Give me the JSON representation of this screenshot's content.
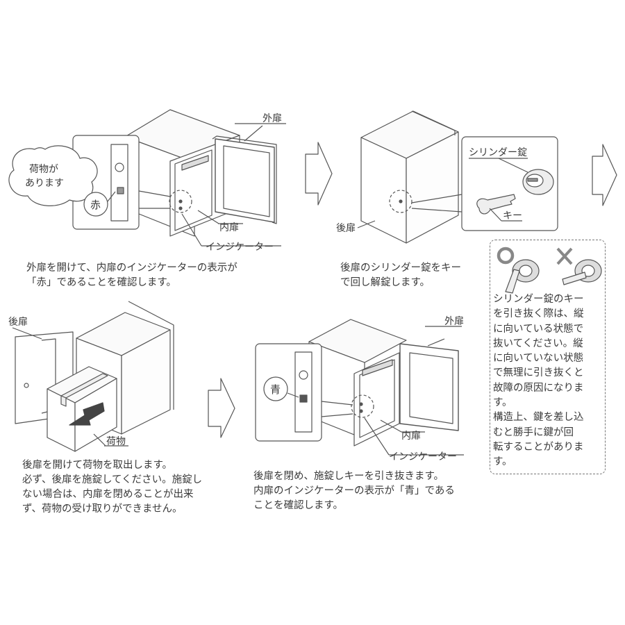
{
  "step1": {
    "speech_bubble": [
      "荷物が",
      "あります"
    ],
    "indicator_color": "赤",
    "labels": {
      "outer_door": "外扉",
      "inner_door": "内扉",
      "indicator": "インジケーター"
    },
    "caption": [
      "外扉を開けて、内扉のインジケーターの表示が",
      "「赤」であることを確認します。"
    ]
  },
  "step2": {
    "labels": {
      "rear_door": "後扉",
      "cylinder_lock": "シリンダー錠",
      "key": "キー"
    },
    "caption": [
      "後扉のシリンダー錠をキー",
      "で回し解錠します。"
    ]
  },
  "step3": {
    "labels": {
      "rear_door": "後扉",
      "package": "荷物"
    },
    "caption": [
      "後扉を開けて荷物を取出します。",
      "必ず、後扉を施錠してください。施錠し",
      "ない場合は、内扉を閉めることが出来",
      "ず、荷物の受け取りができません。"
    ]
  },
  "step4": {
    "indicator_color": "青",
    "labels": {
      "outer_door": "外扉",
      "inner_door": "内扉",
      "indicator": "インジケーター"
    },
    "caption": [
      "後扉を閉め、施錠しキーを引き抜きます。",
      "内扉のインジケーターの表示が「青」である",
      "ことを確認します。"
    ]
  },
  "note": {
    "ok_mark": "○",
    "ng_mark": "×",
    "text": [
      "シリンダー錠のキー",
      "を引き抜く際は、縦",
      "に向いている状態で",
      "抜いてください。縦",
      "に向いていない状態",
      "で無理に引き抜くと",
      "故障の原因になりま",
      "す。",
      "構造上、鍵を差し込",
      "むと勝手に鍵が回",
      "転することがありま",
      "す。"
    ]
  },
  "colors": {
    "line": "#555555",
    "indicator_red": "#888888",
    "indicator_blue": "#555555",
    "note_border": "#777777"
  }
}
